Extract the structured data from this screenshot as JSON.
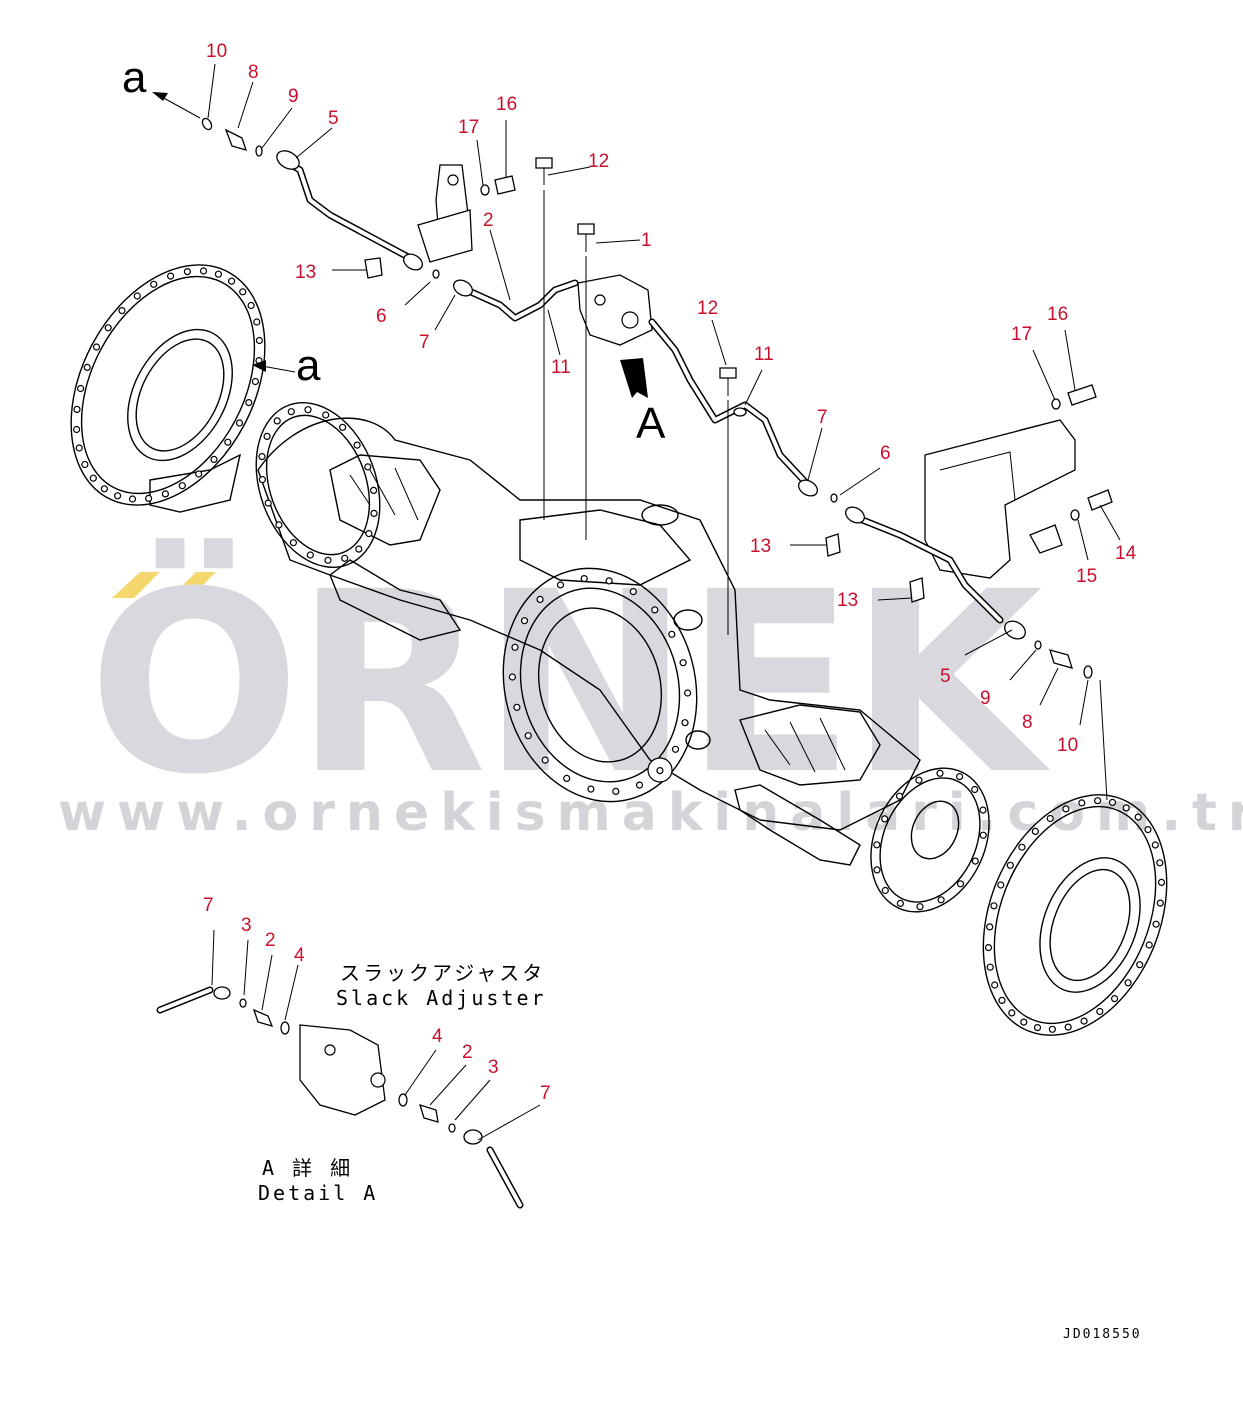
{
  "watermark": {
    "brand": "ÖRNEK",
    "url": "www.ornekismakinalari.com.tr",
    "accent_color": "#f5d76e",
    "letter_color": "#d9d8de"
  },
  "view_labels": {
    "a_top": "a",
    "a_disc": "a",
    "A_arrow": "A"
  },
  "captions": {
    "slack_jp": "スラックアジャスタ",
    "slack_en": "Slack Adjuster",
    "detail_jp": "A 詳 細",
    "detail_en": "Detail A"
  },
  "doc_id": "JD018550",
  "callouts": [
    {
      "id": "c10a",
      "text": "10"
    },
    {
      "id": "c8a",
      "text": "8"
    },
    {
      "id": "c9a",
      "text": "9"
    },
    {
      "id": "c5a",
      "text": "5"
    },
    {
      "id": "c17a",
      "text": "17"
    },
    {
      "id": "c16a",
      "text": "16"
    },
    {
      "id": "c12a",
      "text": "12"
    },
    {
      "id": "c2a",
      "text": "2"
    },
    {
      "id": "c1",
      "text": "1"
    },
    {
      "id": "c13a",
      "text": "13"
    },
    {
      "id": "c6a",
      "text": "6"
    },
    {
      "id": "c7a",
      "text": "7"
    },
    {
      "id": "c11a",
      "text": "11"
    },
    {
      "id": "c12b",
      "text": "12"
    },
    {
      "id": "c11b",
      "text": "11"
    },
    {
      "id": "c7b",
      "text": "7"
    },
    {
      "id": "c6b",
      "text": "6"
    },
    {
      "id": "c17b",
      "text": "17"
    },
    {
      "id": "c16b",
      "text": "16"
    },
    {
      "id": "c14",
      "text": "14"
    },
    {
      "id": "c15",
      "text": "15"
    },
    {
      "id": "c13b",
      "text": "13"
    },
    {
      "id": "c13c",
      "text": "13"
    },
    {
      "id": "c5b",
      "text": "5"
    },
    {
      "id": "c9b",
      "text": "9"
    },
    {
      "id": "c8b",
      "text": "8"
    },
    {
      "id": "c10b",
      "text": "10"
    },
    {
      "id": "c7c",
      "text": "7"
    },
    {
      "id": "c3a",
      "text": "3"
    },
    {
      "id": "c2b",
      "text": "2"
    },
    {
      "id": "c4a",
      "text": "4"
    },
    {
      "id": "c4b",
      "text": "4"
    },
    {
      "id": "c2c",
      "text": "2"
    },
    {
      "id": "c3b",
      "text": "3"
    },
    {
      "id": "c7d",
      "text": "7"
    }
  ]
}
